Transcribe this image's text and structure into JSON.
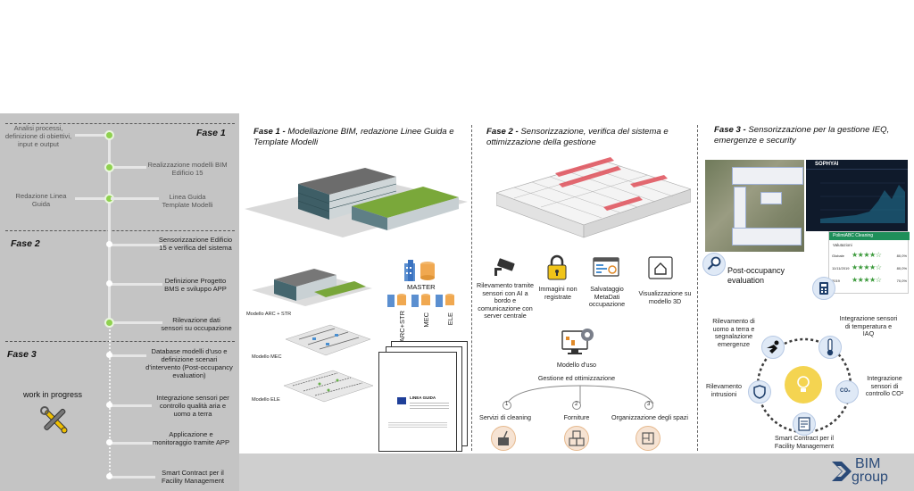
{
  "sidebar": {
    "phase1": "Fase  1",
    "phase2": "Fase  2",
    "phase3": "Fase  3",
    "steps": [
      "Analisi processi, definizione di obiettivi, input e output",
      "Realizzazione modelli BIM Edificio 15",
      "Redazione Linea Guida",
      "Linea Guida Template Modelli",
      "Sensorizzazione Edificio 15 e verifica del sistema",
      "Definizione Progetto BMS e sviluppo APP",
      "Rilevazione dati sensori su occupazione",
      "Database modelli d'uso e definizione scenari d'intervento (Post-occupancy evaluation)",
      "Integrazione sensori per controllo qualità aria e uomo a terra",
      "Applicazione e monitoraggio tramite APP",
      "Smart Contract per il Facility Management"
    ],
    "wip": "work in progress"
  },
  "phase1": {
    "title_bold": "Fase 1 - ",
    "title_rest": " Modellazione BIM, redazione Linee Guida e Template Modelli",
    "master": "MASTER",
    "disciplines": [
      "ARC+STR",
      "MEC",
      "ELE"
    ],
    "models": [
      "Modello ARC + STR",
      "Modello MEC",
      "Modello ELE"
    ],
    "doc_title": "LINEA GUIDA"
  },
  "phase2": {
    "title_bold": "Fase 2 - ",
    "title_rest": "Sensorizzazione, verifica del sistema e ottimizzazione della gestione",
    "icons": [
      "Rilevamento tramite sensori con AI a bordo e comunicazione con server centrale",
      "Immagini non registrate",
      "Salvataggio MetaDati occupazione",
      "Visualizzazione su modello 3D"
    ],
    "model_use": "Modello d'uso",
    "mgmt": "Gestione ed ottimizzazione",
    "services": [
      {
        "num": "1",
        "label": "Servizi di cleaning"
      },
      {
        "num": "2",
        "label": "Forniture"
      },
      {
        "num": "3",
        "label": "Organizzazione degli spazi"
      }
    ]
  },
  "phase3": {
    "title_bold": "Fase 3 - ",
    "title_rest": " Sensorizzazione per la gestione  IEQ, emergenze e security",
    "app_name": "SOPHYAI",
    "app_card_title": "PolimiABC Cleaning",
    "app_card_sub": "Valutazioni",
    "ratings": [
      {
        "label": "Globale",
        "value": "80,0%"
      },
      {
        "label": "11/11/2019",
        "value": "80,0%"
      },
      {
        "label": "2019",
        "value": "70,0%"
      }
    ],
    "poe": "Post-occupancy evaluation",
    "ring": [
      "Rilevamento di uomo a terra e segnalazione emergenze",
      "Integrazione sensori di temperatura e IAQ",
      "Integrazione sensori di controllo CO²",
      "Smart Contract per il Facility Management",
      "Rilevamento intrusioni"
    ],
    "co2_badge": "CO₂"
  },
  "footer": {
    "brand_top": "BIM",
    "brand_bottom": "group"
  },
  "colors": {
    "sidebar": "#c4c4c4",
    "node": "#8fd14f",
    "red_sensor": "#e0505a",
    "brand_blue": "#2a4a78",
    "footer": "#cfcfcf"
  }
}
